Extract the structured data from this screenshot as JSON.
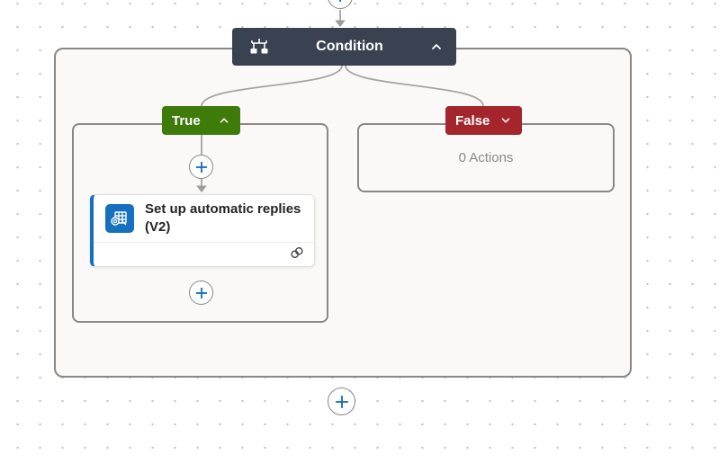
{
  "flow": {
    "condition_node": {
      "label": "Condition",
      "icon": "condition-icon",
      "collapse_chevron": "up",
      "color": "#3a4150"
    },
    "true_branch": {
      "label": "True",
      "chevron": "up",
      "color": "#3e7b0b"
    },
    "false_branch": {
      "label": "False",
      "chevron": "down",
      "color": "#a4262c",
      "empty_text": "0 Actions"
    },
    "action_card": {
      "title": "Set up automatic replies (V2)",
      "connector_icon": "outlook-icon",
      "status_icon": "link-icon",
      "accent_color": "#1570c0"
    },
    "connectors": {
      "color": "#a6a4a2",
      "plus_icon_color": "#0f6cbd"
    }
  }
}
